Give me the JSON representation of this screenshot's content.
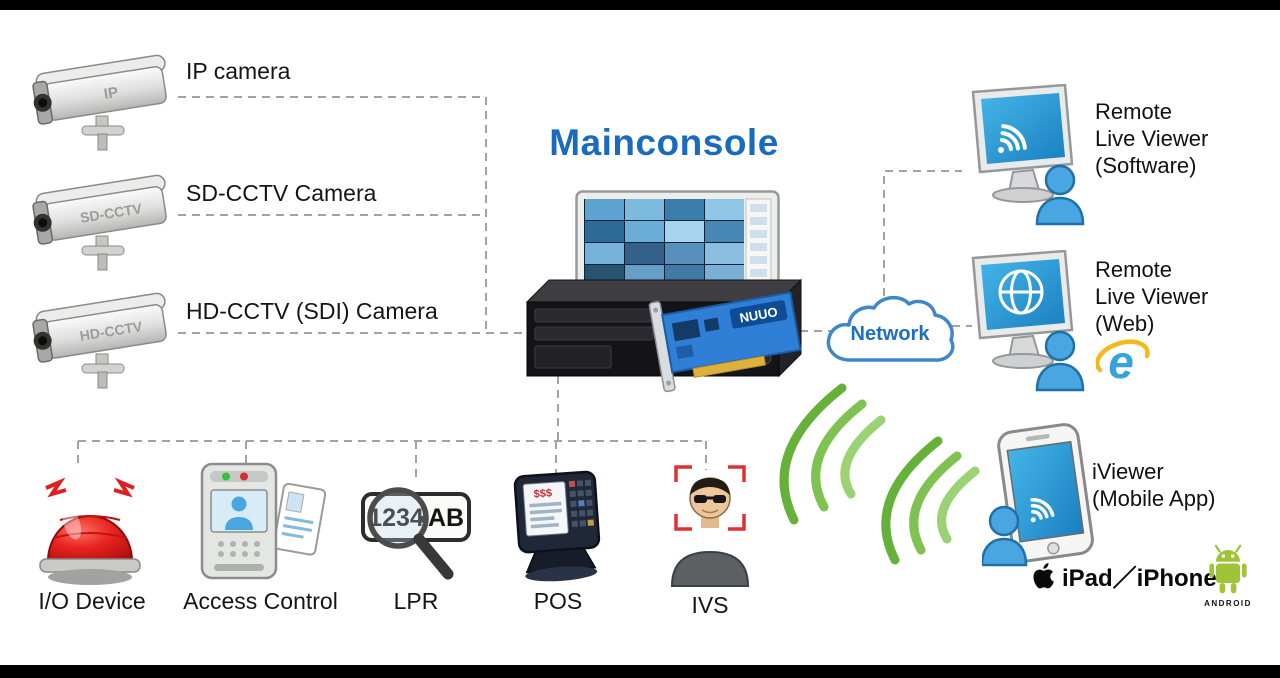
{
  "title": "Mainconsole",
  "cameras": [
    {
      "label": "IP camera",
      "tag": "IP"
    },
    {
      "label": "SD-CCTV Camera",
      "tag": "SD-CCTV"
    },
    {
      "label": "HD-CCTV (SDI) Camera",
      "tag": "HD-CCTV"
    }
  ],
  "server": {
    "brand": "NUUO"
  },
  "network": {
    "label": "Network"
  },
  "viewers": [
    {
      "lines": [
        "Remote",
        "Live Viewer",
        "(Software)"
      ]
    },
    {
      "lines": [
        "Remote",
        "Live Viewer",
        "(Web)"
      ]
    },
    {
      "lines": [
        "iViewer",
        "(Mobile App)"
      ]
    }
  ],
  "devices": [
    {
      "label": "I/O Device"
    },
    {
      "label": "Access Control"
    },
    {
      "label": "LPR"
    },
    {
      "label": "POS"
    },
    {
      "label": "IVS"
    }
  ],
  "lpr": {
    "plate_number": "1234",
    "plate_letters": "AB"
  },
  "pos": {
    "screen_text": "$$$"
  },
  "ie": {
    "letter": "e"
  },
  "mobile": {
    "apple_label": "iPad／iPhone",
    "android_label": "ANDROID"
  },
  "colors": {
    "title_blue": "#1a6bc0",
    "network_blue": "#1b6ec2",
    "screen_blue": "#2b9fd8",
    "wifi_green": "#7fc251",
    "alarm_red": "#d81e1e",
    "detection_red": "#e03030",
    "android_green": "#9fc437",
    "card_blue": "#2f7fd6"
  }
}
